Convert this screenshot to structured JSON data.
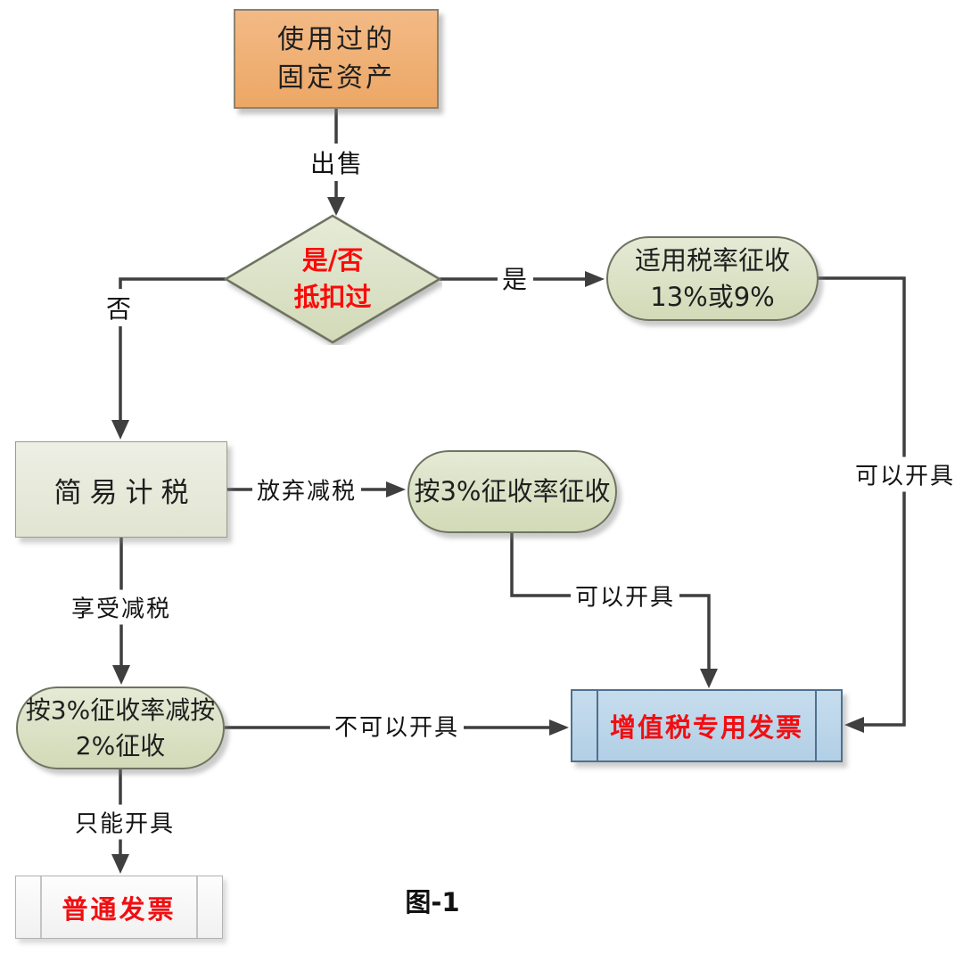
{
  "caption": "图-1",
  "colors": {
    "line": "#3f3f3f",
    "red_text": "#f00f12",
    "start_fill": "#efae74",
    "green_fill": "#dbe2c6",
    "simple_fill": "#e8ebdc",
    "blue_fill": "#bdd6ea",
    "white_fill": "#f7f7f7"
  },
  "nodes": {
    "start": {
      "text": "使用过的\n固定资产"
    },
    "decision": {
      "text": "是/否\n抵扣过"
    },
    "applicable_rate": {
      "text": "适用税率征收\n13%或9%"
    },
    "simple_tax": {
      "text": "简易计税"
    },
    "rate_3pct": {
      "text": "按3%征收率征收"
    },
    "rate_3pct_reduced_2pct": {
      "text": "按3%征收率减按\n2%征收"
    },
    "special_invoice": {
      "text": "增值税专用发票"
    },
    "general_invoice": {
      "text": "普通发票"
    }
  },
  "edge_labels": {
    "sell": "出售",
    "yes": "是",
    "no": "否",
    "waive_reduction": "放弃减税",
    "enjoy_reduction": "享受减税",
    "can_issue_middle": "可以开具",
    "can_issue_right": "可以开具",
    "cannot_issue": "不可以开具",
    "only_issue": "只能开具"
  }
}
